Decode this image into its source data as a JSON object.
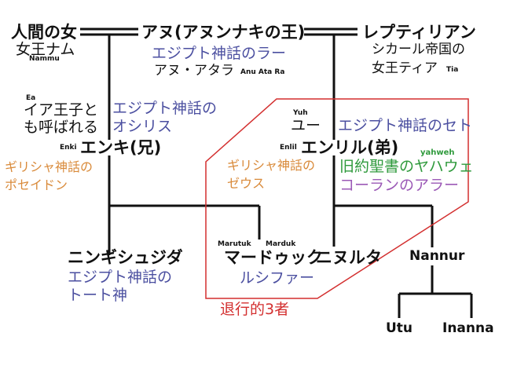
{
  "colors": {
    "line": "#111111",
    "egypt": "#4b4fa0",
    "greek": "#d98a3a",
    "bible": "#2f9a3c",
    "quran": "#9b59b6",
    "highlight": "#d32f2f"
  },
  "top": {
    "left_name": "人間の女",
    "left_sub": "女王ナム",
    "left_small": "Nammu",
    "center_name": "アヌ(アヌンナキの王)",
    "center_egypt": "エジプト神話のラー",
    "center_sub": "アヌ・アタラ",
    "center_small": "Anu Ata Ra",
    "right_name": "レプティリアン",
    "right_sub1": "シカール帝国の",
    "right_sub2": "女王ティア",
    "right_small": "Tia"
  },
  "enki": {
    "ea_small": "Ea",
    "alias1": "イア王子と",
    "alias2": "も呼ばれる",
    "egypt1": "エジプト神話の",
    "egypt2": "オシリス",
    "small": "Enki",
    "name": "エンキ(兄)",
    "greek1": "ギリシャ神話の",
    "greek2": "ポセイドン"
  },
  "enlil": {
    "yuh_small": "Yuh",
    "alias": "ユー",
    "egypt": "エジプト神話のセト",
    "small": "Enlil",
    "name": "エンリル(弟)",
    "yahweh_small": "yahweh",
    "greek1": "ギリシャ神話の",
    "greek2": "ゼウス",
    "bible": "旧約聖書のヤハウェ",
    "quran": "コーランのアラー"
  },
  "ningishzida": {
    "name": "ニンギシュジダ",
    "egypt1": "エジプト神話の",
    "egypt2": "トート神"
  },
  "marduk": {
    "small1": "Marutuk",
    "small2": "Marduk",
    "name": "マードゥック",
    "alias": "ルシファー"
  },
  "ninurta": {
    "name": "ニヌルタ"
  },
  "nannur": {
    "name": "Nannur"
  },
  "utu": {
    "name": "Utu"
  },
  "inanna": {
    "name": "Inanna"
  },
  "region_label": "退行的3者"
}
